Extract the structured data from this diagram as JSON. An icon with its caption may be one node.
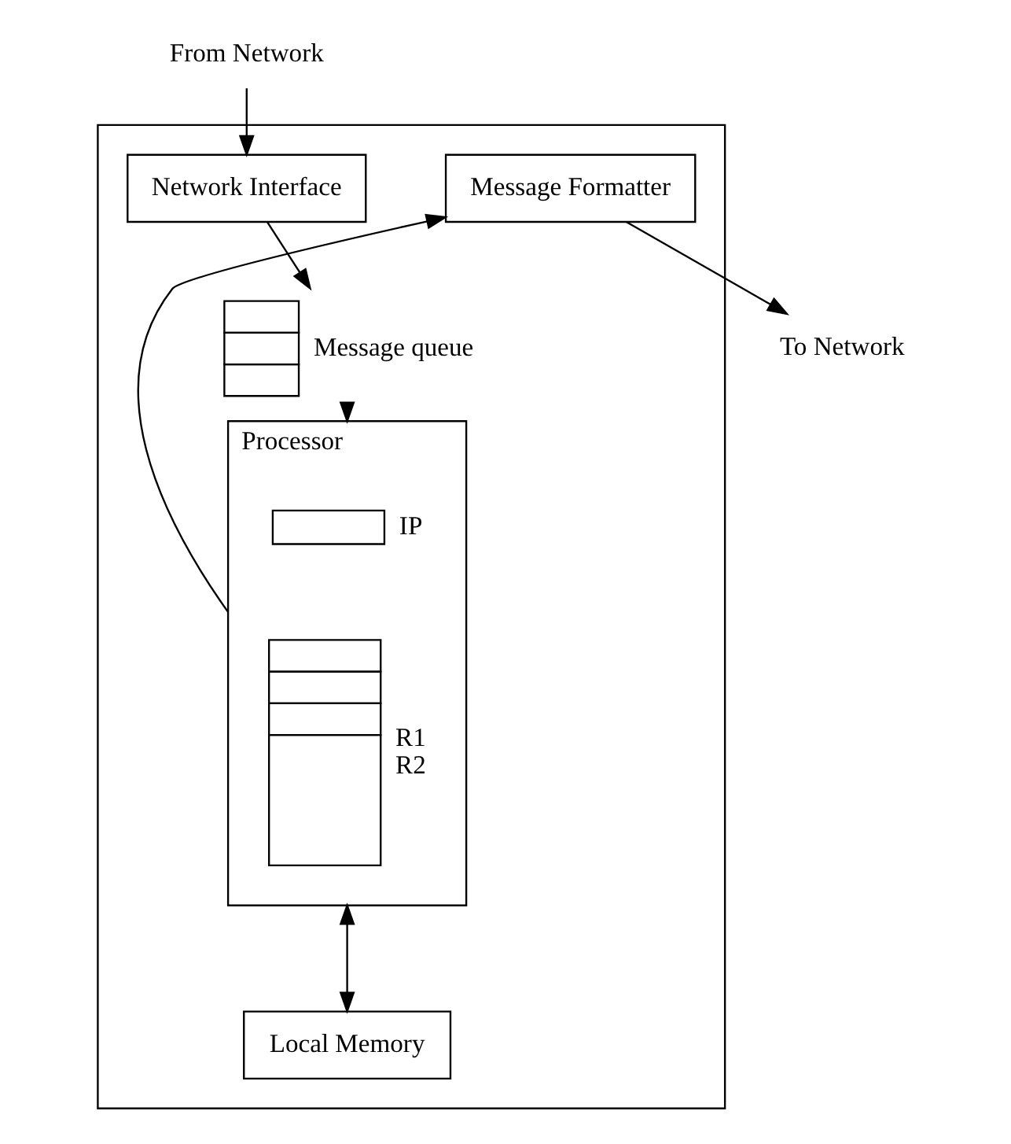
{
  "diagram": {
    "nodes": [
      {
        "text": [],
        "shape": "box"
      },
      {
        "text": [
          "From Network"
        ]
      },
      {
        "text": [
          "Network Interface"
        ],
        "in": 0
      },
      {
        "text": [],
        "shape": "box",
        "in": 0,
        "beside": [
          "Message queue"
        ]
      },
      {
        "text": [
          "Message Formatter"
        ],
        "in": 0
      },
      {
        "text": [
          "To Network"
        ]
      },
      {
        "text": [
          "Processor"
        ],
        "in": 0
      },
      {
        "text": [],
        "shape": "box",
        "in": 6,
        "beside": [
          "IP"
        ]
      },
      {
        "text": [],
        "shape": "box",
        "in": 6,
        "beside": [
          "R1",
          "R2"
        ]
      },
      {
        "text": [
          "Local Memory"
        ],
        "in": 0
      }
    ],
    "edges": [
      {
        "from": 1,
        "to": 2,
        "arrow": "to"
      },
      {
        "from": 2,
        "to": 3,
        "arrow": "to"
      },
      {
        "from": 3,
        "to": 6,
        "arrow": "to"
      },
      {
        "from": 6,
        "to": 4,
        "arrow": "to"
      },
      {
        "from": 4,
        "to": 5,
        "arrow": "to"
      },
      {
        "from": 6,
        "to": 9,
        "arrow": "both"
      }
    ]
  }
}
